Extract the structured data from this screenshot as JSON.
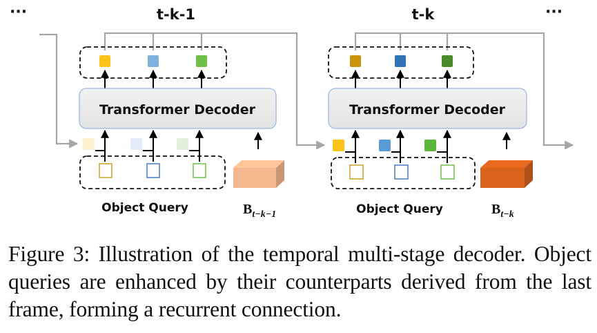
{
  "figure": {
    "stage_labels": [
      "t-k-1",
      "t-k"
    ],
    "ellipsis": "···",
    "stages": [
      {
        "decoder_label": "Transformer Decoder",
        "query_label": "Object Query",
        "box_label": {
          "base": "B",
          "sub": "t−k−1"
        },
        "output_colors": [
          "#fcc419",
          "#7fb0de",
          "#6fbf4a"
        ],
        "enhanced_query_colors": [
          "#fdf0cf",
          "#e3edf9",
          "#e3f0dc"
        ],
        "query_outline_colors": [
          "#c9a227",
          "#4a78c0",
          "#6fbf4a"
        ],
        "box_color": "#f5b88e"
      },
      {
        "decoder_label": "Transformer Decoder",
        "query_label": "Object Query",
        "box_label": {
          "base": "B",
          "sub": "t−k"
        },
        "output_colors": [
          "#c9940a",
          "#2f74b5",
          "#4b8b2a"
        ],
        "enhanced_query_colors": [
          "#fcc419",
          "#5b9bd5",
          "#5cb63a"
        ],
        "query_outline_colors": [
          "#c9a227",
          "#4a78c0",
          "#6fbf4a"
        ],
        "box_color": "#d8611c"
      }
    ]
  },
  "caption": "Figure 3: Illustration of the temporal multi-stage decoder. Object queries are enhanced by their counterparts derived from the last frame, forming a recurrent connection."
}
